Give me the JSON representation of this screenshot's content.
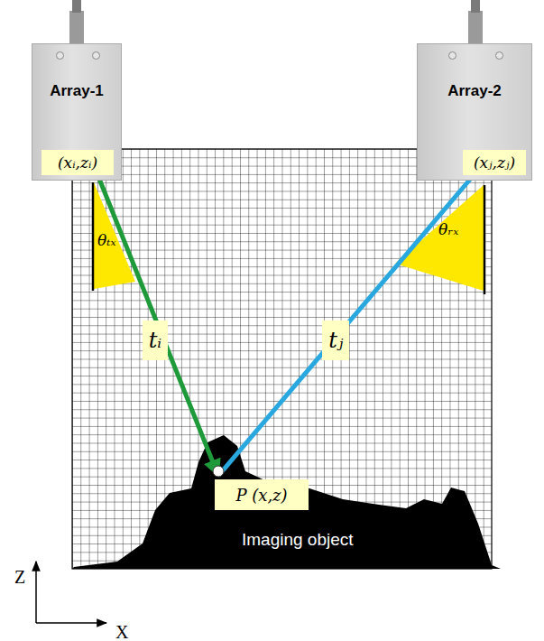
{
  "diagram": {
    "nodes": [
      {
        "text": [
          "Array-1"
        ]
      },
      {
        "text": [
          "(xᵢ,zᵢ)"
        ],
        "in": 0
      },
      {
        "text": [
          "Array-2"
        ]
      },
      {
        "text": [
          "(xⱼ,zⱼ)"
        ],
        "in": 2
      },
      {
        "text": [
          "P (x,z)"
        ]
      }
    ],
    "edges": [
      {
        "from": 1,
        "to": 4,
        "arrow": "to",
        "label": "tᵢ"
      },
      {
        "from": 3,
        "to": 4,
        "arrow": "none",
        "label": "tⱼ"
      }
    ],
    "labels": [
      "θₜₓ",
      "θᵣₓ",
      "Imaging object",
      "Z",
      "X"
    ]
  }
}
